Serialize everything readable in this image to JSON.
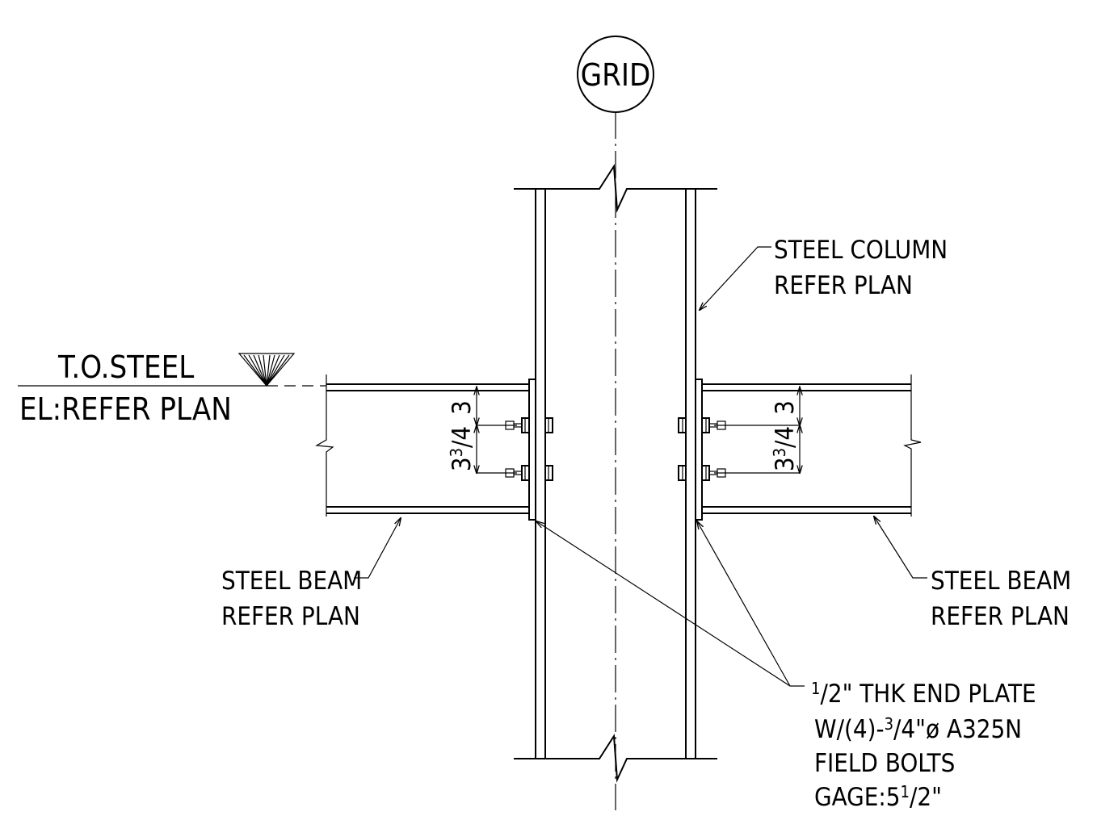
{
  "grid_bubble": {
    "label": "GRID"
  },
  "elevation": {
    "line1": "T.O.STEEL",
    "line2": "EL:REFER PLAN"
  },
  "column_note": {
    "line1": "STEEL COLUMN",
    "line2": "REFER PLAN"
  },
  "beam_note_left": {
    "line1": "STEEL BEAM",
    "line2": "REFER PLAN"
  },
  "beam_note_right": {
    "line1": "STEEL BEAM",
    "line2": "REFER PLAN"
  },
  "dimensions": {
    "top_gap": "3",
    "bolt_spacing_whole": "3",
    "bolt_spacing_num": "3",
    "bolt_spacing_slash": "/",
    "bolt_spacing_den": "4"
  },
  "plate_note": {
    "line1_num": "1",
    "line1_den": "/2",
    "line1_rest": "\" THK END PLATE",
    "line2_a": "W/(4)-",
    "line2_num": "3",
    "line2_den": "/4",
    "line2_b": "\"ø A325N",
    "line3": "FIELD BOLTS",
    "line4_a": "GAGE:5",
    "line4_num": "1",
    "line4_den": "/2",
    "line4_b": "\""
  }
}
